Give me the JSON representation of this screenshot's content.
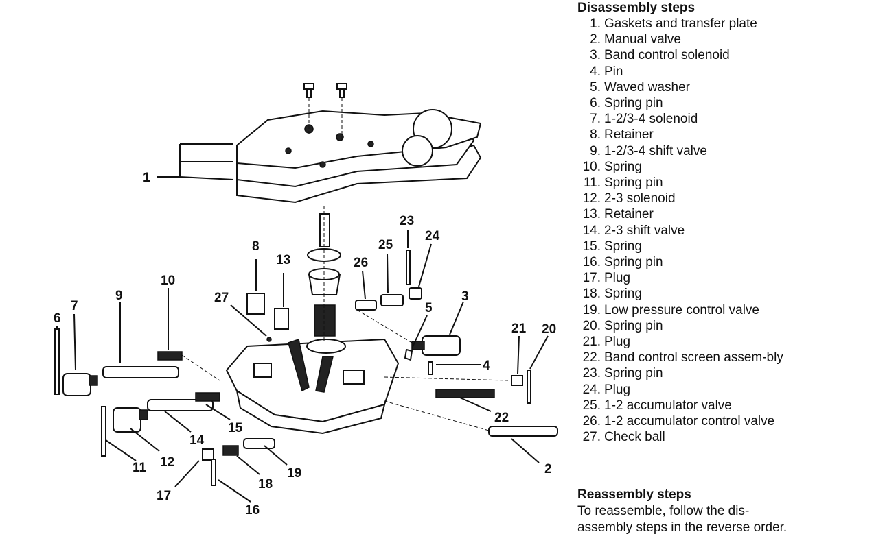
{
  "disassembly": {
    "heading": "Disassembly steps",
    "steps": [
      {
        "num": "1.",
        "text": "Gaskets and transfer plate"
      },
      {
        "num": "2.",
        "text": "Manual valve"
      },
      {
        "num": "3.",
        "text": "Band control solenoid"
      },
      {
        "num": "4.",
        "text": "Pin"
      },
      {
        "num": "5.",
        "text": "Waved washer"
      },
      {
        "num": "6.",
        "text": "Spring pin"
      },
      {
        "num": "7.",
        "text": "1-2/3-4 solenoid"
      },
      {
        "num": "8.",
        "text": "Retainer"
      },
      {
        "num": "9.",
        "text": "1-2/3-4 shift valve"
      },
      {
        "num": "10.",
        "text": "Spring"
      },
      {
        "num": "11.",
        "text": "Spring pin"
      },
      {
        "num": "12.",
        "text": "2-3 solenoid"
      },
      {
        "num": "13.",
        "text": "Retainer"
      },
      {
        "num": "14.",
        "text": "2-3 shift valve"
      },
      {
        "num": "15.",
        "text": "Spring"
      },
      {
        "num": "16.",
        "text": "Spring pin"
      },
      {
        "num": "17.",
        "text": "Plug"
      },
      {
        "num": "18.",
        "text": "Spring"
      },
      {
        "num": "19.",
        "text": "Low pressure control valve"
      },
      {
        "num": "20.",
        "text": "Spring pin"
      },
      {
        "num": "21.",
        "text": "Plug"
      },
      {
        "num": "22.",
        "text": "Band control screen assem-bly"
      },
      {
        "num": "23.",
        "text": "Spring pin"
      },
      {
        "num": "24.",
        "text": "Plug"
      },
      {
        "num": "25.",
        "text": "1-2 accumulator valve"
      },
      {
        "num": "26.",
        "text": "1-2 accumulator control valve"
      },
      {
        "num": "27.",
        "text": "Check ball"
      }
    ]
  },
  "reassembly": {
    "heading": "Reassembly steps",
    "text": "To reassemble, follow the dis-assembly steps in the reverse order."
  },
  "callouts": {
    "c1": "1",
    "c2": "2",
    "c3": "3",
    "c4": "4",
    "c5": "5",
    "c6": "6",
    "c7": "7",
    "c8": "8",
    "c9": "9",
    "c10": "10",
    "c11": "11",
    "c12": "12",
    "c13": "13",
    "c14": "14",
    "c15": "15",
    "c16": "16",
    "c17": "17",
    "c18": "18",
    "c19": "19",
    "c20": "20",
    "c21": "21",
    "c22": "22",
    "c23": "23",
    "c24": "24",
    "c25": "25",
    "c26": "26",
    "c27": "27"
  }
}
